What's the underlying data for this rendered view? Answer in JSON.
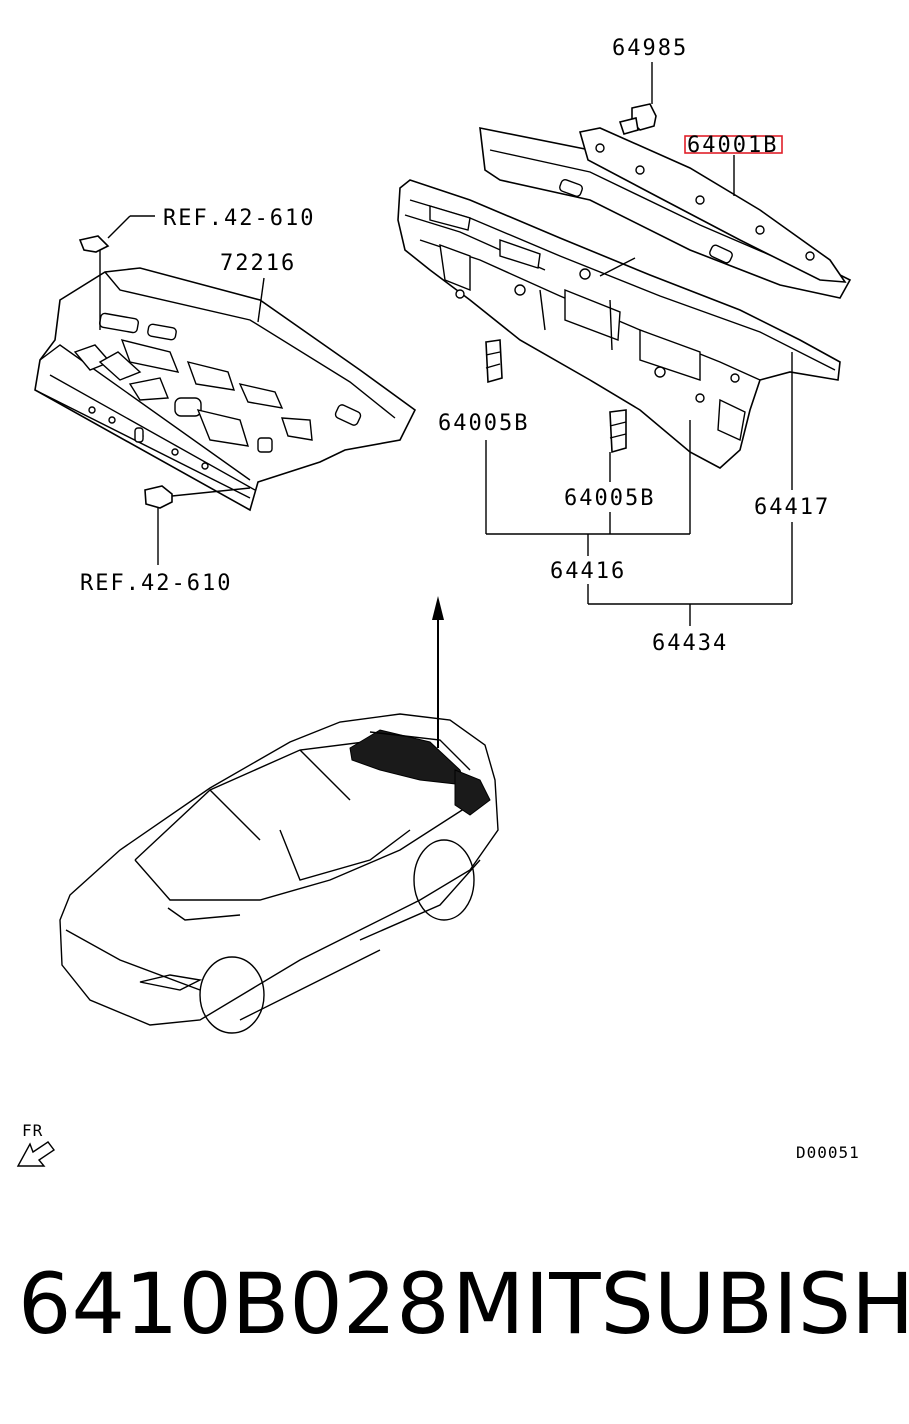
{
  "diagram": {
    "labels": {
      "ref_top": "REF.42-610",
      "ref_bottom": "REF.42-610",
      "tray": "72216",
      "bolt": "64985",
      "upper_panel": "64001B",
      "bracket_left": "64005B",
      "bracket_right": "64005B",
      "panel_total": "64417",
      "group_a": "64416",
      "group_total": "64434",
      "front_marker": "FR",
      "diagram_code": "D00051"
    },
    "colors": {
      "line": "#000000",
      "highlight": "#e0202a",
      "background": "#ffffff"
    }
  },
  "footer": {
    "part_number": "6410B028",
    "brand": "MITSUBISHI"
  }
}
